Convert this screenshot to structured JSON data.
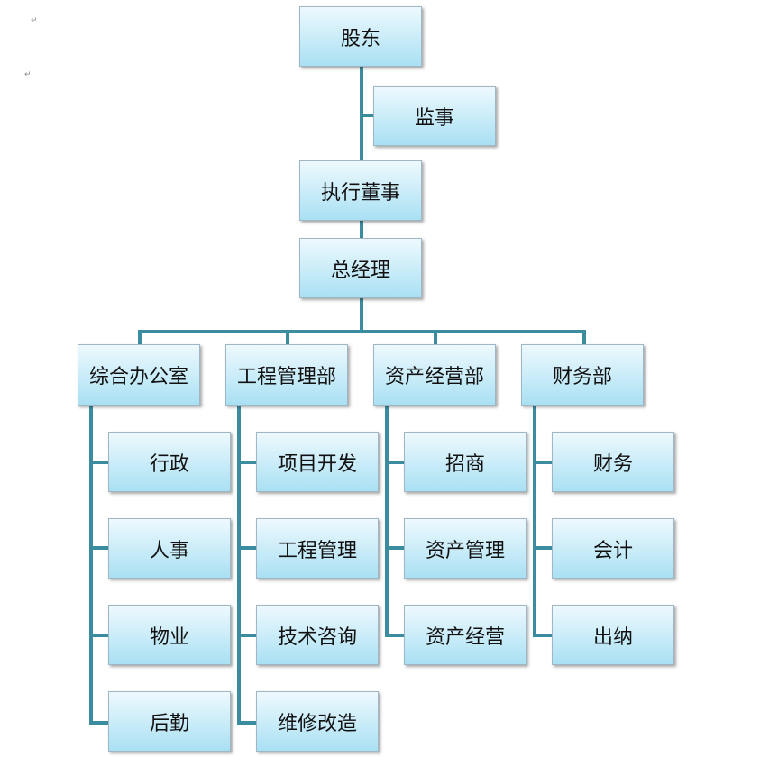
{
  "paragraph_marks": [
    "↵",
    "↵"
  ],
  "line_color": "#3a8d9f",
  "nodes": {
    "shareholders": "股东",
    "supervisor": "监事",
    "executive_director": "执行董事",
    "general_manager": "总经理",
    "departments": [
      {
        "name": "综合办公室",
        "items": [
          "行政",
          "人事",
          "物业",
          "后勤"
        ]
      },
      {
        "name": "工程管理部",
        "items": [
          "项目开发",
          "工程管理",
          "技术咨询",
          "维修改造"
        ]
      },
      {
        "name": "资产经营部",
        "items": [
          "招商",
          "资产管理",
          "资产经营"
        ]
      },
      {
        "name": "财务部",
        "items": [
          "财务",
          "会计",
          "出纳"
        ]
      }
    ]
  }
}
